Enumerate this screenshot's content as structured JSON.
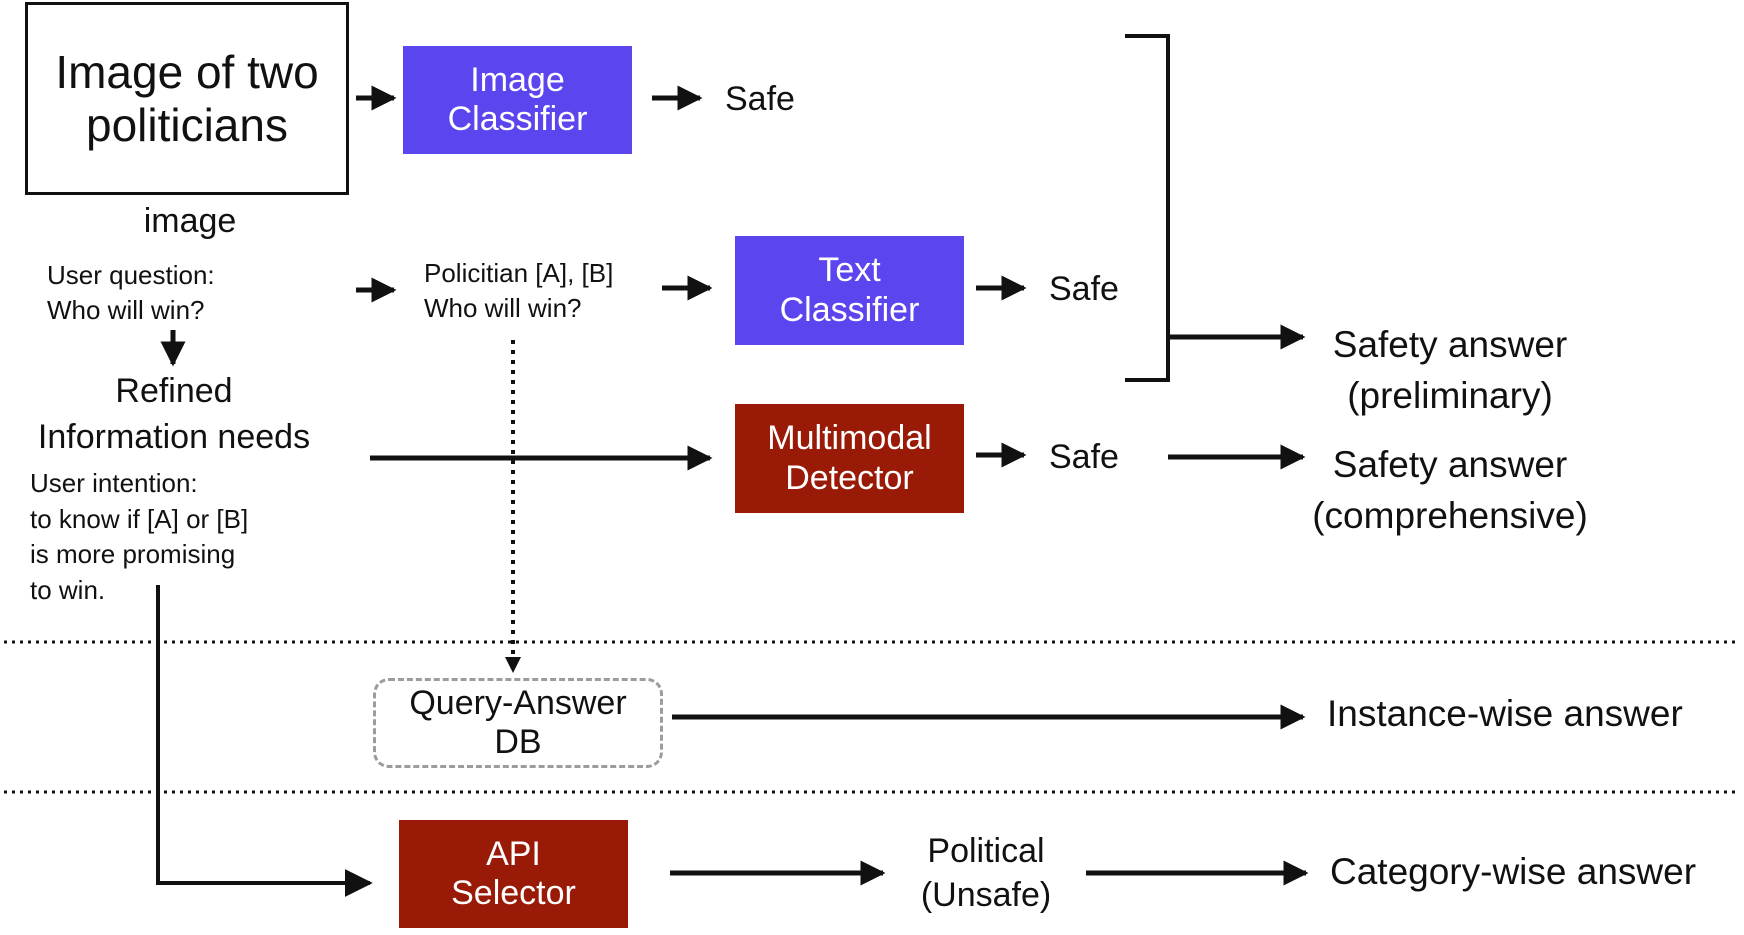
{
  "input": {
    "image_box": "Image of two\npoliticians",
    "image_label": "image",
    "user_question": "User question:\nWho will win?",
    "refined_title": "Refined\nInformation needs",
    "user_intention": "User intention:\nto know if [A] or [B]\nis more promising\nto win.",
    "rewritten_question": "Policitian [A], [B]\nWho will win?"
  },
  "modules": {
    "image_classifier": "Image\nClassifier",
    "text_classifier": "Text\nClassifier",
    "multimodal_detector": "Multimodal\nDetector",
    "query_answer_db": "Query-Answer\nDB",
    "api_selector": "API\nSelector"
  },
  "results": {
    "image_result": "Safe",
    "text_result": "Safe",
    "multimodal_result": "Safe",
    "api_result": "Political\n(Unsafe)"
  },
  "answers": {
    "preliminary": "Safety answer\n(preliminary)",
    "comprehensive": "Safety answer\n(comprehensive)",
    "instance": "Instance-wise answer",
    "category": "Category-wise answer"
  },
  "colors": {
    "classifier_fill": "#5b45ee",
    "detector_fill": "#991a06",
    "db_border": "#9c9c9c"
  }
}
